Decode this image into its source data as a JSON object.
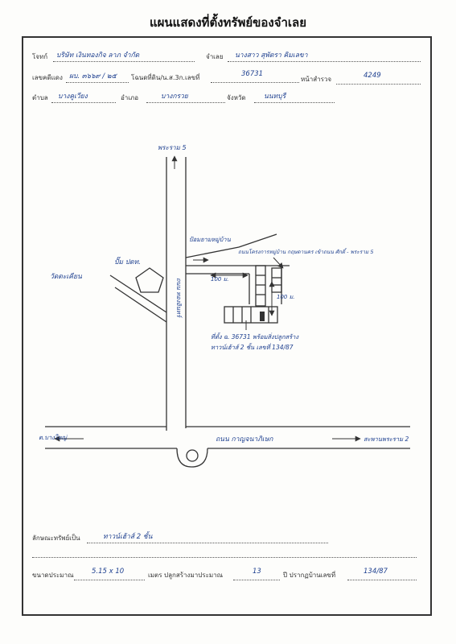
{
  "document": {
    "title": "แผนแสดงที่ตั้งทรัพย์ของจำเลย",
    "header": {
      "plaintiff_label": "โจทก์",
      "plaintiff_value": "บริษัท เงินทองกิจ ลาภ จำกัด",
      "defendant_label": "จำเลย",
      "defendant_value": "นางสาว สุพัตรา คิมเลขา",
      "case_label": "เลขคดีแดง",
      "case_value": "ผบ. ๓๖๖๙ / ๒๕",
      "deed_label": "โฉนดที่ดิน/น.ส.3ก.เลขที่",
      "deed_value": "36731",
      "survey_label": "หน้าสำรวจ",
      "survey_value": "4249",
      "subdistrict_label": "ตำบล",
      "subdistrict_value": "บางคูเวียง",
      "district_label": "อำเภอ",
      "district_value": "บางกรวย",
      "province_label": "จังหวัด",
      "province_value": "นนทบุรี"
    },
    "map": {
      "north_road": "พระราม 5",
      "gas_station": "ปั๊ม ปตท.",
      "temple": "วัดตะเคียน",
      "village_gate": "ป้อมยามหมู่บ้าน",
      "village_road": "ถนนโครงการหมู่บ้าน กฤษดานคร เข้าถนน ศักดิ์ - พระราม 5",
      "dist_horizontal": "100 ม.",
      "dist_vertical": "100 ม.",
      "side_road": "ถนน ทองอินทร์",
      "property_note_1": "ที่ตั้ง ฉ. 36731 พร้อมสิ่งปลูกสร้าง",
      "property_note_2": "ทาวน์เฮ้าส์ 2 ชั้น เลขที่ 134/87",
      "main_road": "ถนน กาญจนาภิเษก",
      "west_direction": "ต.บางใหญ่",
      "east_direction": "สะพานพระราม 2"
    },
    "footer": {
      "type_label": "ลักษณะทรัพย์เป็น",
      "type_value": "ทาวน์เฮ้าส์ 2 ชั้น",
      "size_label": "ขนาดประมาณ",
      "size_value": "5.15 x 10",
      "unit_label": "เมตร ปลูกสร้างมาประมาณ",
      "years_value": "13",
      "house_label": "ปี ปรากฏบ้านเลขที่",
      "house_value": "134/87"
    }
  }
}
